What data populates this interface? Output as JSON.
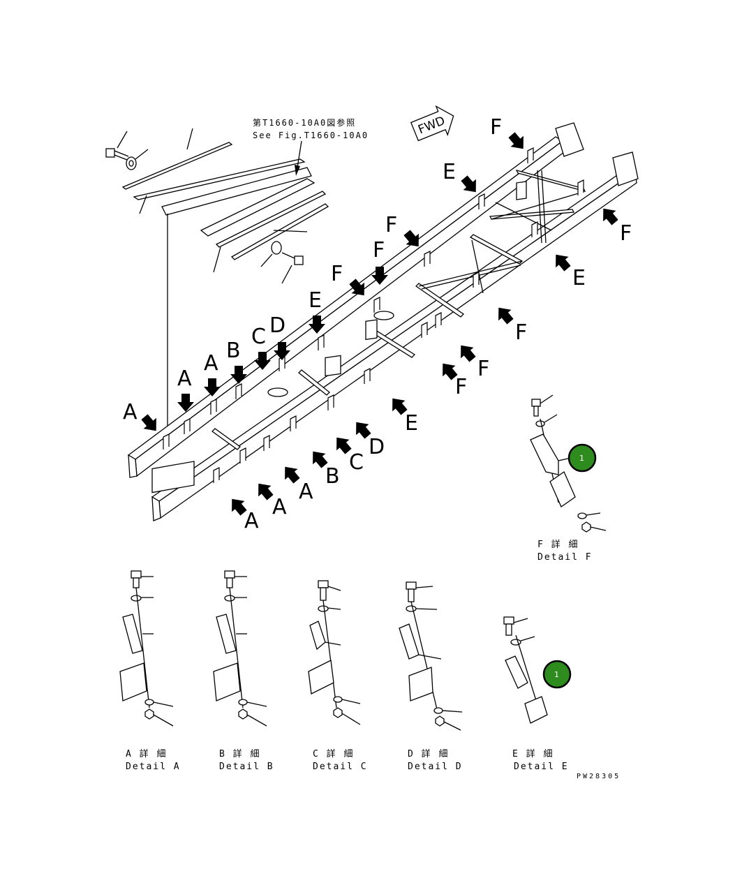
{
  "reference": {
    "line1": "第T1660-10A0図参照",
    "line2": "See Fig.T1660-10A0"
  },
  "forward_label": "FWD",
  "callouts": {
    "a1": "A",
    "a2": "A",
    "a3": "A",
    "a4": "A",
    "a5": "A",
    "a6": "A",
    "b1": "B",
    "b2": "B",
    "c1": "C",
    "c2": "C",
    "d1": "D",
    "d2": "D",
    "e1": "E",
    "e2": "E",
    "e3": "E",
    "e4": "E",
    "f1": "F",
    "f2": "F",
    "f3": "F",
    "f4": "F",
    "f5": "F",
    "f6": "F",
    "f7": "F",
    "f8": "F"
  },
  "details": {
    "a": {
      "jp": "A 詳 細",
      "en": "Detail A"
    },
    "b": {
      "jp": "B 詳 細",
      "en": "Detail B"
    },
    "c": {
      "jp": "C 詳 細",
      "en": "Detail C"
    },
    "d": {
      "jp": "D 詳 細",
      "en": "Detail D"
    },
    "e": {
      "jp": "E 詳 細",
      "en": "Detail E"
    },
    "f": {
      "jp": "F 詳 細",
      "en": "Detail F"
    }
  },
  "badges": {
    "f": "1",
    "e": "1"
  },
  "badge_color": "#2e8b1e",
  "drawing_number": "PW28305"
}
